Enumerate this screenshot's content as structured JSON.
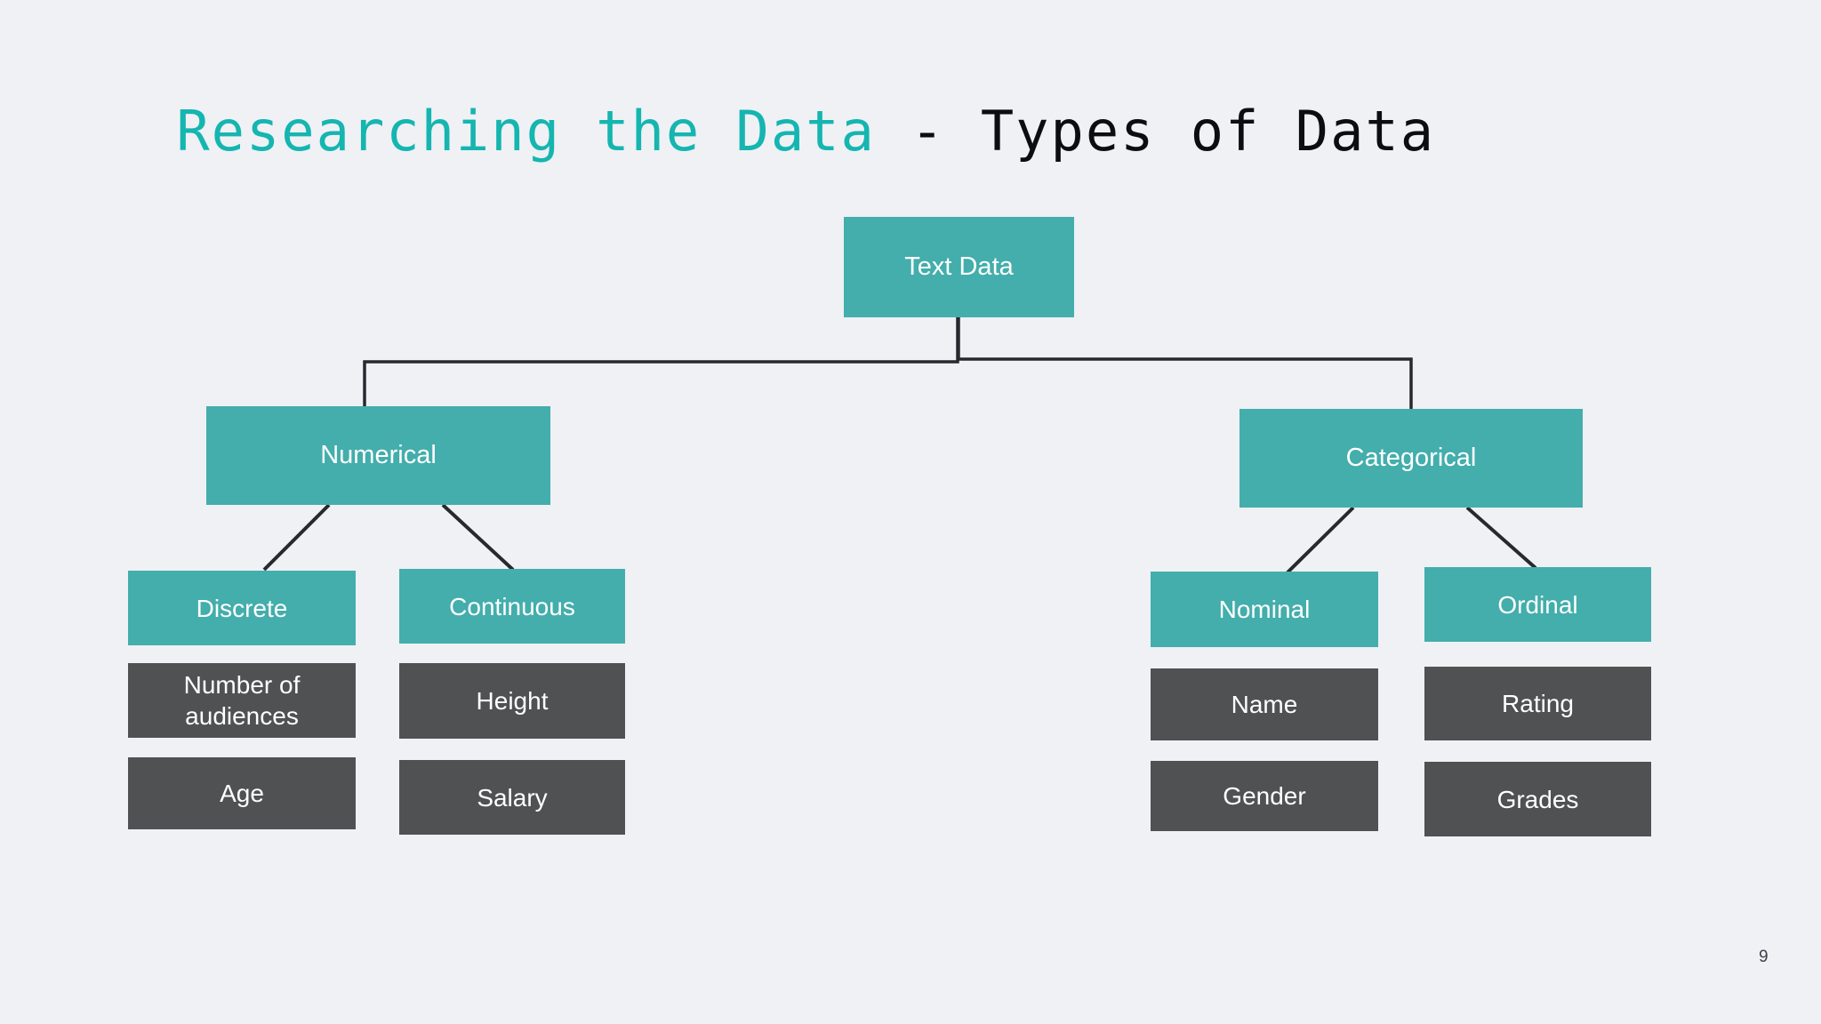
{
  "title": {
    "highlight": "Researching the Data",
    "rest": " - Types of Data"
  },
  "page_number": "9",
  "colors": {
    "background": "#eff1f5",
    "node_fill": "#43aeac",
    "example_fill": "#505153",
    "node_text": "#ffffff",
    "title_highlight": "#15b5b0",
    "title_rest": "#0c0d0f",
    "connector": "#26292e",
    "page_number": "#3c4048"
  },
  "tree": {
    "root": {
      "label": "Text Data"
    },
    "branches": [
      {
        "label": "Numerical",
        "children": [
          {
            "label": "Discrete",
            "examples": [
              "Number of audiences",
              "Age"
            ]
          },
          {
            "label": "Continuous",
            "examples": [
              "Height",
              "Salary"
            ]
          }
        ]
      },
      {
        "label": "Categorical",
        "children": [
          {
            "label": "Nominal",
            "examples": [
              "Name",
              "Gender"
            ]
          },
          {
            "label": "Ordinal",
            "examples": [
              "Rating",
              "Grades"
            ]
          }
        ]
      }
    ]
  }
}
